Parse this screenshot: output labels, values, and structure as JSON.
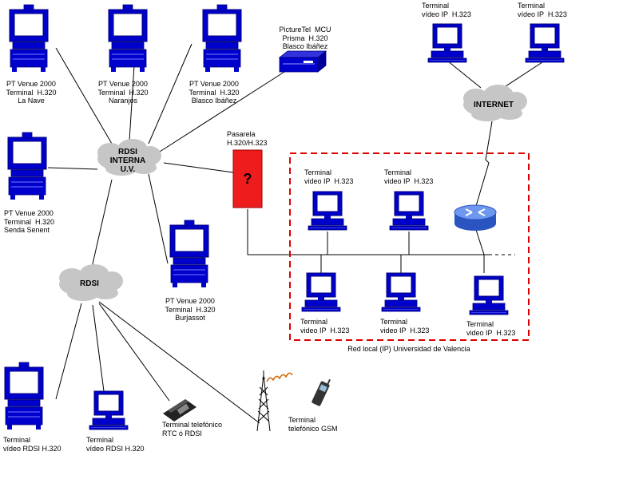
{
  "colors": {
    "device": "#0000cc",
    "gateway": "#ee1c1c",
    "cloud": "#c6c6c6",
    "lan_border": "#dd0000",
    "router": "#4a78d8"
  },
  "clouds": {
    "rdsi_interna": "RDSI\nINTERNA\nU.V.",
    "rdsi": "RDSI",
    "internet": "INTERNET"
  },
  "devices": {
    "la_nave": "PT Venue 2000\nTerminal  H.320\nLa Nave",
    "naranjos": "PT Venue 2000\nTerminal  H.320\nNaranjos",
    "blasco": "PT Venue 2000\nTerminal  H.320\nBlasco Ibáñez",
    "mcu": "PictureTel  MCU\nPrisma  H.320\nBlasco Ibáñez",
    "senda": "PT Venue 2000\nTerminal  H.320\nSenda Senent",
    "burjassot": "PT Venue 2000\nTerminal  H.320\nBurjassot",
    "gateway_label": "Pasarela\nH.320/H.323",
    "gateway_symbol": "?",
    "inet_left": "Terminal\nvídeo IP  H.323",
    "inet_right": "Terminal\nvídeo IP  H.323",
    "lan_top_left": "Terminal\nvideo IP  H.323",
    "lan_top_right": "Terminal\nvideo IP  H.323",
    "lan_bot_left": "Terminal\nvideo IP  H.323",
    "lan_bot_mid": "Terminal\nvideo IP  H.323",
    "lan_bot_right": "Terminal\nvideo IP  H.323",
    "lan_caption": "Red local (IP) Universidad de Valencia",
    "rdsi_pt": "Terminal\nvídeo RDSI H.320",
    "rdsi_pc": "Terminal\nvídeo RDSI H.320",
    "phone": "Terminal telefónico\nRTC ó RDSI",
    "gsm": "Terminal\ntelefónico GSM"
  },
  "icons": {
    "venue": "video-conference-unit-icon",
    "pc": "computer-terminal-icon",
    "mcu": "mcu-device-icon",
    "router": "router-icon",
    "phone": "desk-phone-icon",
    "antenna": "radio-antenna-icon",
    "mobile": "mobile-phone-icon"
  }
}
